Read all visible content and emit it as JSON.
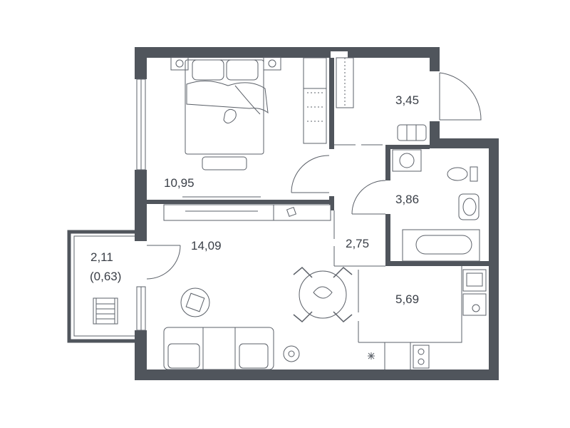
{
  "colors": {
    "wall": "#50555c",
    "line": "#5b6068",
    "text": "#3a3f47",
    "background": "#ffffff"
  },
  "rooms": {
    "bedroom": {
      "area": "10,95"
    },
    "wardrobe": {
      "area": "3,45"
    },
    "bathroom": {
      "area": "3,86"
    },
    "living_room": {
      "area": "14,09"
    },
    "hallway": {
      "area": "2,75"
    },
    "kitchen": {
      "area": "5,69"
    },
    "balcony": {
      "area": "2,11",
      "reduced_area": "(0,63)"
    }
  },
  "icons": [
    "bed-icon",
    "nightstand-icon",
    "wardrobe-icon",
    "washing-machine-icon",
    "toilet-icon",
    "sink-icon",
    "bathtub-icon",
    "sofa-icon",
    "dining-table-icon",
    "chair-icon",
    "tv-stand-icon",
    "stove-icon",
    "kitchen-sink-icon",
    "fridge-icon",
    "balcony-chair-icon",
    "rug-icon",
    "window-icon",
    "door-icon"
  ]
}
